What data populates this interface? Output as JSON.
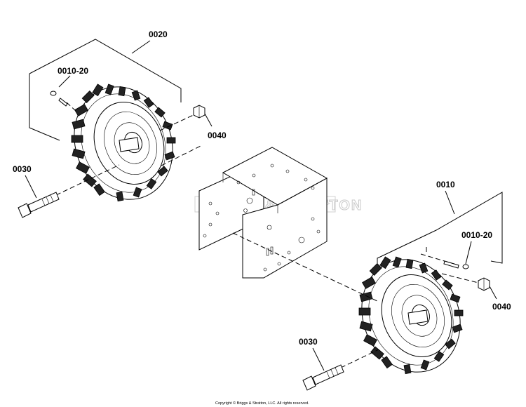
{
  "labels": {
    "assembly_left": "0020",
    "assembly_right": "0010",
    "valve_left": "0010-20",
    "valve_right": "0010-20",
    "nut_left": "0040",
    "nut_right": "0040",
    "bolt_left": "0030",
    "bolt_right": "0030"
  },
  "watermark": "BRIGGS&STRATTON",
  "copyright": "Copyright © Briggs & Stratton, LLC. All rights reserved."
}
